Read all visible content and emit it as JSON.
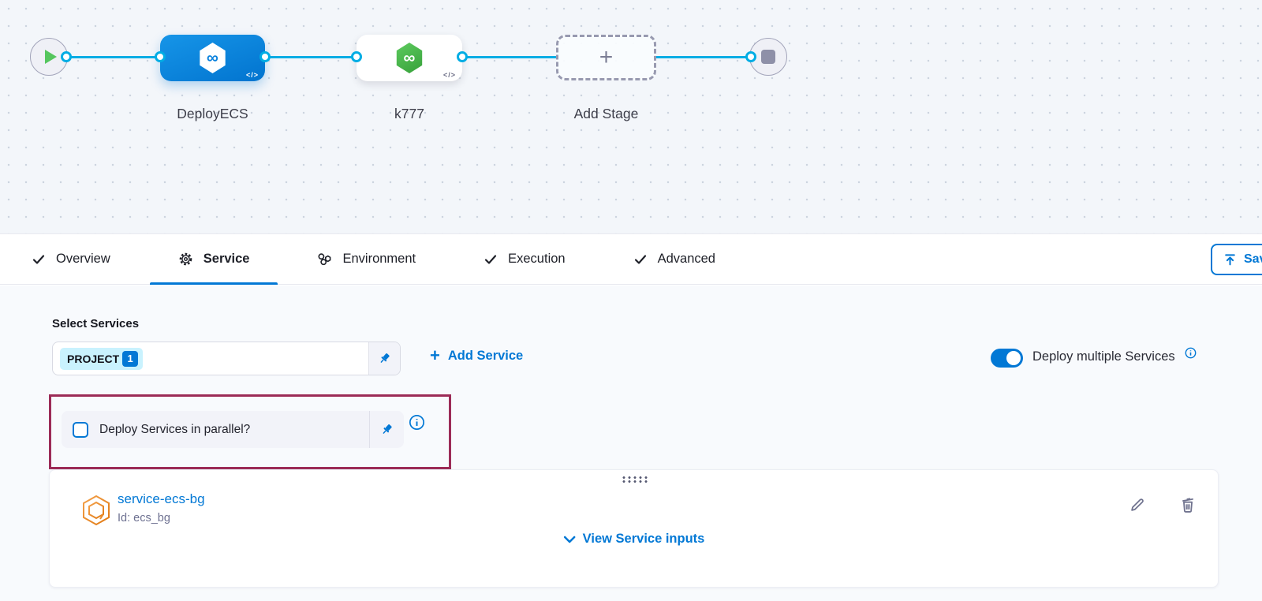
{
  "pipeline": {
    "stages": [
      {
        "name": "DeployECS",
        "style": "blue"
      },
      {
        "name": "k777",
        "style": "white"
      }
    ],
    "add_stage_label": "Add Stage"
  },
  "icons": {
    "infinity": "∞",
    "code": "</>",
    "plus": "+"
  },
  "tabs": [
    {
      "label": "Overview",
      "icon": "check",
      "active": false
    },
    {
      "label": "Service",
      "icon": "gear",
      "active": true
    },
    {
      "label": "Environment",
      "icon": "environment",
      "active": false
    },
    {
      "label": "Execution",
      "icon": "check",
      "active": false
    },
    {
      "label": "Advanced",
      "icon": "check",
      "active": false
    }
  ],
  "toolbar": {
    "save_label": "Save"
  },
  "service_section": {
    "select_services_label": "Select Services",
    "scope_chip": {
      "label": "PROJECT",
      "count": "1"
    },
    "add_service_label": "Add Service",
    "deploy_multiple_label": "Deploy multiple Services",
    "deploy_multiple_on": true,
    "parallel_checkbox": {
      "label": "Deploy Services in parallel?",
      "checked": false
    },
    "service_card": {
      "name": "service-ecs-bg",
      "id_label": "Id: ecs_bg",
      "view_inputs_label": "View Service inputs"
    }
  },
  "colors": {
    "accent_blue": "#0278d5",
    "edge_blue": "#00ade4",
    "node_green": "#42ab45",
    "highlight_maroon": "#9c2b57",
    "chip_cyan": "#c9f2fe",
    "canvas_bg": "#f3f6fa"
  }
}
